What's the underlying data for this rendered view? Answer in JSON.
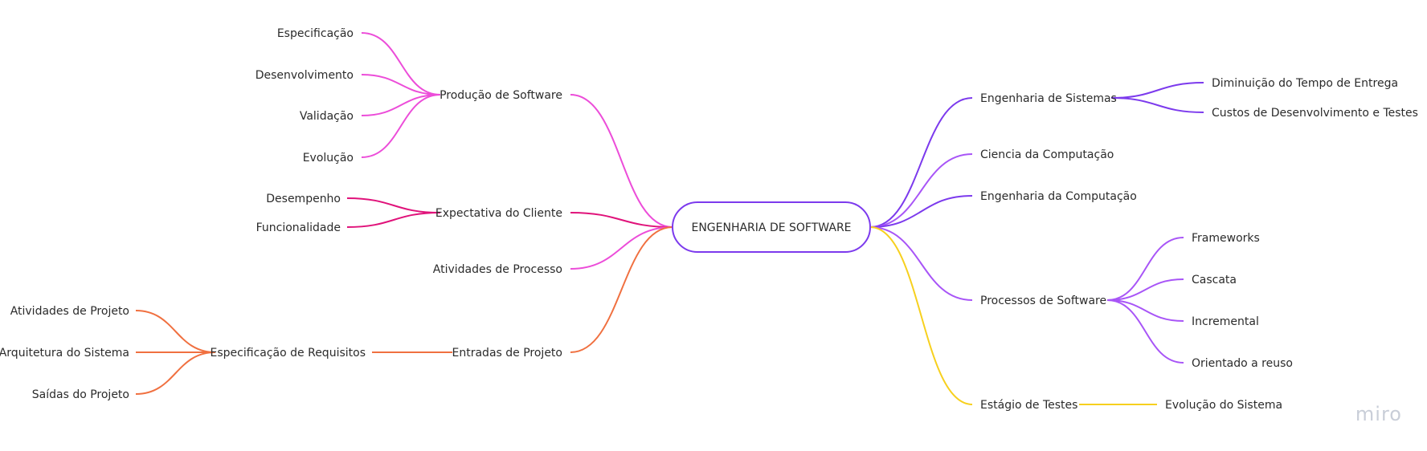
{
  "colors": {
    "purple": "#7c3aed",
    "violet": "#a855f7",
    "pink": "#ec4dd9",
    "crimson": "#e0127a",
    "orange": "#f07040",
    "yellow": "#f7d01e",
    "text": "#2b2b2b",
    "watermark": "#c9ced8"
  },
  "root": {
    "label": "ENGENHARIA DE SOFTWARE"
  },
  "branches": {
    "producao": {
      "label": "Produção de Software",
      "children": [
        "Especificação",
        "Desenvolvimento",
        "Validação",
        "Evolução"
      ]
    },
    "expectativa": {
      "label": "Expectativa do Cliente",
      "children": [
        "Desempenho",
        "Funcionalidade"
      ]
    },
    "atividades": {
      "label": "Atividades de Processo"
    },
    "entradas": {
      "label": "Entradas de Projeto",
      "sub": {
        "label": "Especificação de Requisitos",
        "children": [
          "Atividades de Projeto",
          "Arquitetura do Sistema",
          "Saídas do Projeto"
        ]
      }
    },
    "eng_sistemas": {
      "label": "Engenharia de Sistemas",
      "children": [
        "Diminuição do Tempo de Entrega",
        "Custos de Desenvolvimento e Testes"
      ]
    },
    "ciencia": {
      "label": "Ciencia da Computação"
    },
    "eng_comp": {
      "label": "Engenharia da Computação"
    },
    "processos": {
      "label": "Processos de Software",
      "children": [
        "Frameworks",
        "Cascata",
        "Incremental",
        "Orientado a reuso"
      ]
    },
    "testes": {
      "label": "Estágio de Testes",
      "children": [
        "Evolução do Sistema"
      ]
    }
  },
  "watermark": "miro"
}
